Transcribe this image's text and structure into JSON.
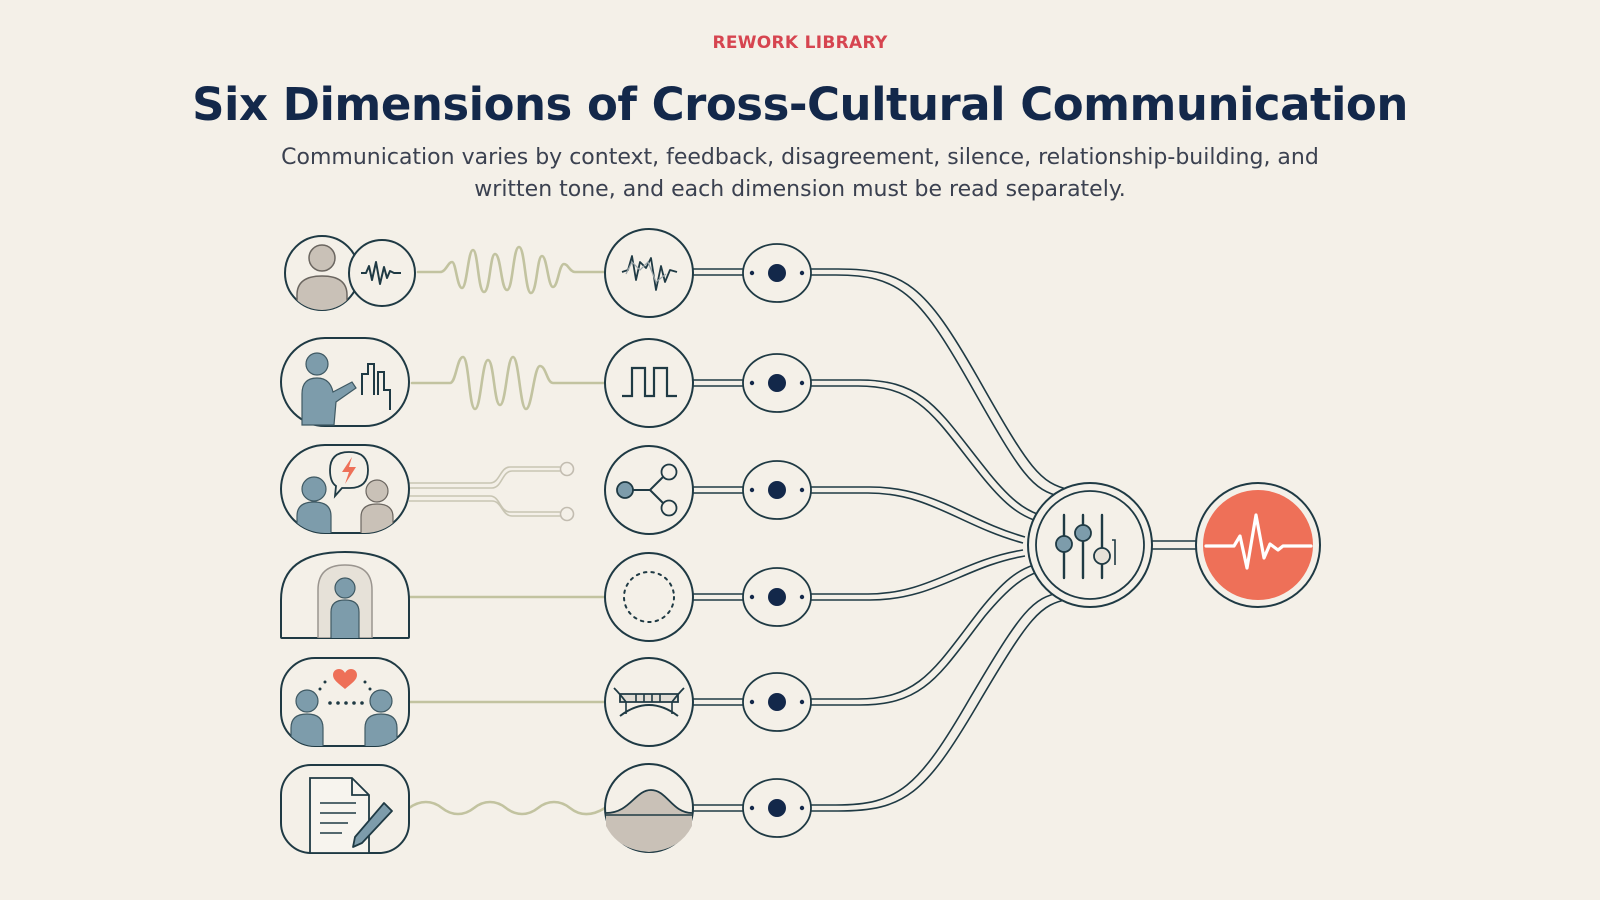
{
  "header": {
    "eyebrow": "REWORK LIBRARY",
    "title": "Six Dimensions of Cross-Cultural Communication",
    "subtitle": "Communication varies by context, feedback, disagreement, silence, relationship-building, and written tone, and each dimension must be read separately."
  },
  "dimensions": [
    {
      "key": "context",
      "source_icon": "person-with-waveform-icon",
      "signal": "irregular-wave",
      "channel_icon": "noisy-waveform-icon"
    },
    {
      "key": "feedback",
      "source_icon": "presenter-with-chart-icon",
      "signal": "dampened-wave",
      "channel_icon": "square-wave-icon"
    },
    {
      "key": "disagreement",
      "source_icon": "two-people-conflict-icon",
      "signal": "split-lines",
      "channel_icon": "branching-nodes-icon"
    },
    {
      "key": "silence",
      "source_icon": "person-in-archway-icon",
      "signal": "flat-line",
      "channel_icon": "dashed-circle-icon"
    },
    {
      "key": "relationship",
      "source_icon": "two-people-heart-icon",
      "signal": "flat-line",
      "channel_icon": "bridge-icon"
    },
    {
      "key": "written-tone",
      "source_icon": "document-pen-icon",
      "signal": "gentle-wave",
      "channel_icon": "bell-curve-icon"
    }
  ],
  "hub_icon": "mixer-sliders-icon",
  "output_icon": "heartbeat-icon",
  "colors": {
    "navy": "#13284a",
    "accent_red": "#d64550",
    "coral": "#ee7058",
    "slate_blue": "#7d9cab",
    "warm_gray": "#c9c1b7",
    "signal_olive": "#c2c3a0",
    "background": "#f4f0e8"
  }
}
